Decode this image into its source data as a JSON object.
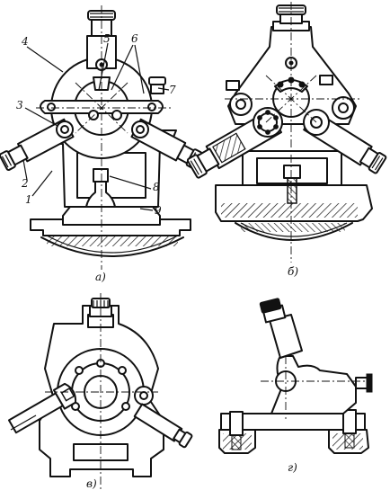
{
  "figure": {
    "views": [
      {
        "id": "a",
        "caption": "а)"
      },
      {
        "id": "b",
        "caption": "б)"
      },
      {
        "id": "v",
        "caption": "в)"
      },
      {
        "id": "g",
        "caption": "г)"
      }
    ],
    "part_numbers": [
      "1",
      "2",
      "3",
      "4",
      "5",
      "6",
      "7",
      "8",
      "9"
    ]
  }
}
